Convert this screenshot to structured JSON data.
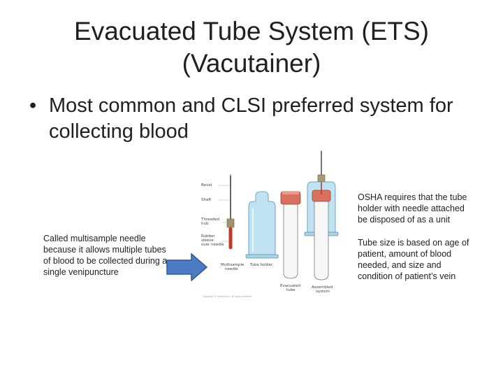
{
  "slide": {
    "title_line1": "Evacuated Tube System (ETS)",
    "title_line2": "(Vacutainer)",
    "bullet_symbol": "•",
    "bullet_text": "Most common and CLSI preferred system for collecting blood",
    "left_note": "Called multisample needle because it allows multiple tubes of blood to be collected during a single venipuncture",
    "right_note_1": "OSHA requires that the tube holder with needle attached be disposed of as a unit",
    "right_note_2": "Tube size is based on age of patient, amount of blood needed, and size and condition of patient’s vein"
  },
  "figure": {
    "label_bevel": "Bevel",
    "label_shaft": "Shaft",
    "label_hub_1": "Threaded",
    "label_hub_2": "hub",
    "label_sleeve_1": "Rubber",
    "label_sleeve_2": "sleeve",
    "label_sleeve_3": "over needle",
    "label_needle_1": "Multisample",
    "label_needle_2": "needle",
    "label_holder": "Tube holder",
    "label_tube_1": "Evacuated",
    "label_tube_2": "tube",
    "label_assembled_1": "Assembled",
    "label_assembled_2": "system",
    "credit": "Copyright © Elsevier Inc. All rights reserved."
  },
  "colors": {
    "arrow_fill": "#4a7bc4",
    "arrow_stroke": "#2f5a96",
    "holder_fill": "#bfe3f2",
    "stopper_fill": "#d9705c",
    "needle_red": "#c0392b"
  }
}
